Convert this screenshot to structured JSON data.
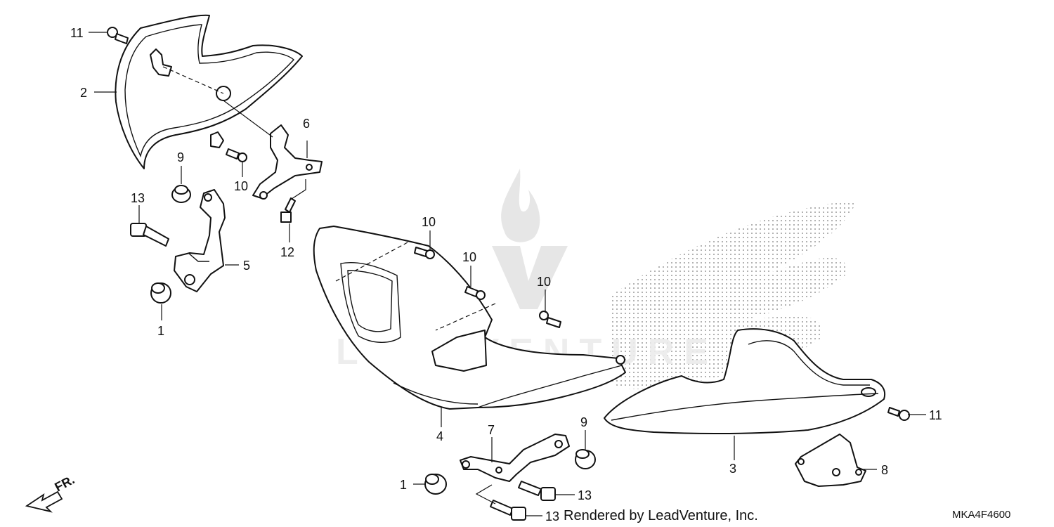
{
  "diagram": {
    "caption": "Rendered by LeadVenture, Inc.",
    "part_code": "MKA4F4600",
    "front_indicator": "FR.",
    "watermark": "LEADVENTURE",
    "callouts": {
      "c1a": "1",
      "c1b": "1",
      "c2": "2",
      "c3": "3",
      "c4": "4",
      "c5": "5",
      "c6": "6",
      "c7": "7",
      "c8": "8",
      "c9a": "9",
      "c9b": "9",
      "c10a": "10",
      "c10b": "10",
      "c10c": "10",
      "c10d": "10",
      "c11a": "11",
      "c11b": "11",
      "c12": "12",
      "c13a": "13",
      "c13b": "13",
      "c13c": "13"
    }
  }
}
